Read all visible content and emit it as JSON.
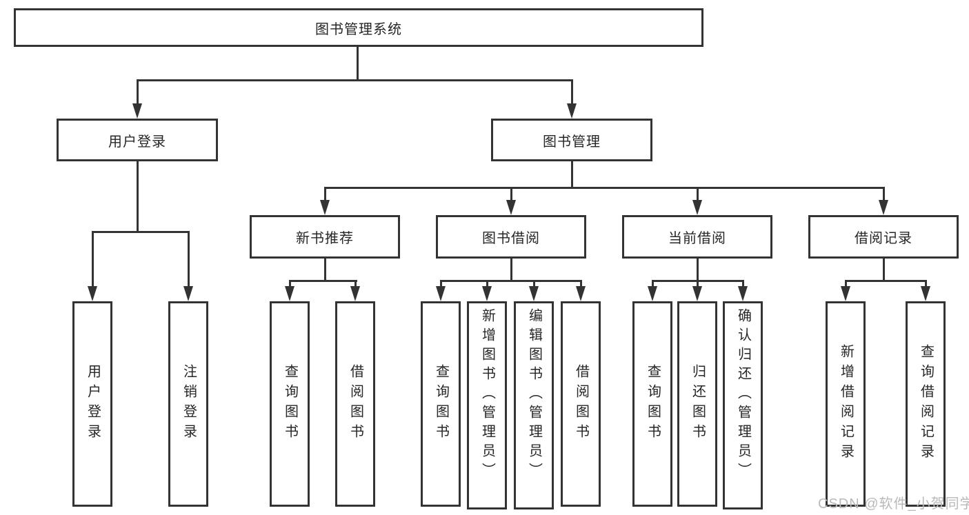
{
  "diagram": {
    "root": "图书管理系统",
    "level2": {
      "user_login": "用户登录",
      "book_management": "图书管理"
    },
    "level3": {
      "new_book_recommend": "新书推荐",
      "book_borrow": "图书借阅",
      "current_borrow": "当前借阅",
      "borrow_records": "借阅记录"
    },
    "leaves": {
      "user_login": "用户登录",
      "logout": "注销登录",
      "query_books_recommend": "查询图书",
      "borrow_books_recommend": "借阅图书",
      "query_books_borrow": "查询图书",
      "add_book_admin": "新增图书（管理员）",
      "edit_book_admin": "编辑图书（管理员）",
      "borrow_books_borrow": "借阅图书",
      "query_books_current": "查询图书",
      "return_books": "归还图书",
      "confirm_return_admin": "确认归还（管理员）",
      "add_borrow_record": "新增借阅记录",
      "query_borrow_record": "查询借阅记录"
    }
  },
  "watermark": "CSDN @软件_小贺同学",
  "colors": {
    "line": "#333333",
    "box_bg": "#ffffff",
    "text": "#262626",
    "watermark": "#b9b9b9",
    "page_bg": "#ffffff"
  }
}
